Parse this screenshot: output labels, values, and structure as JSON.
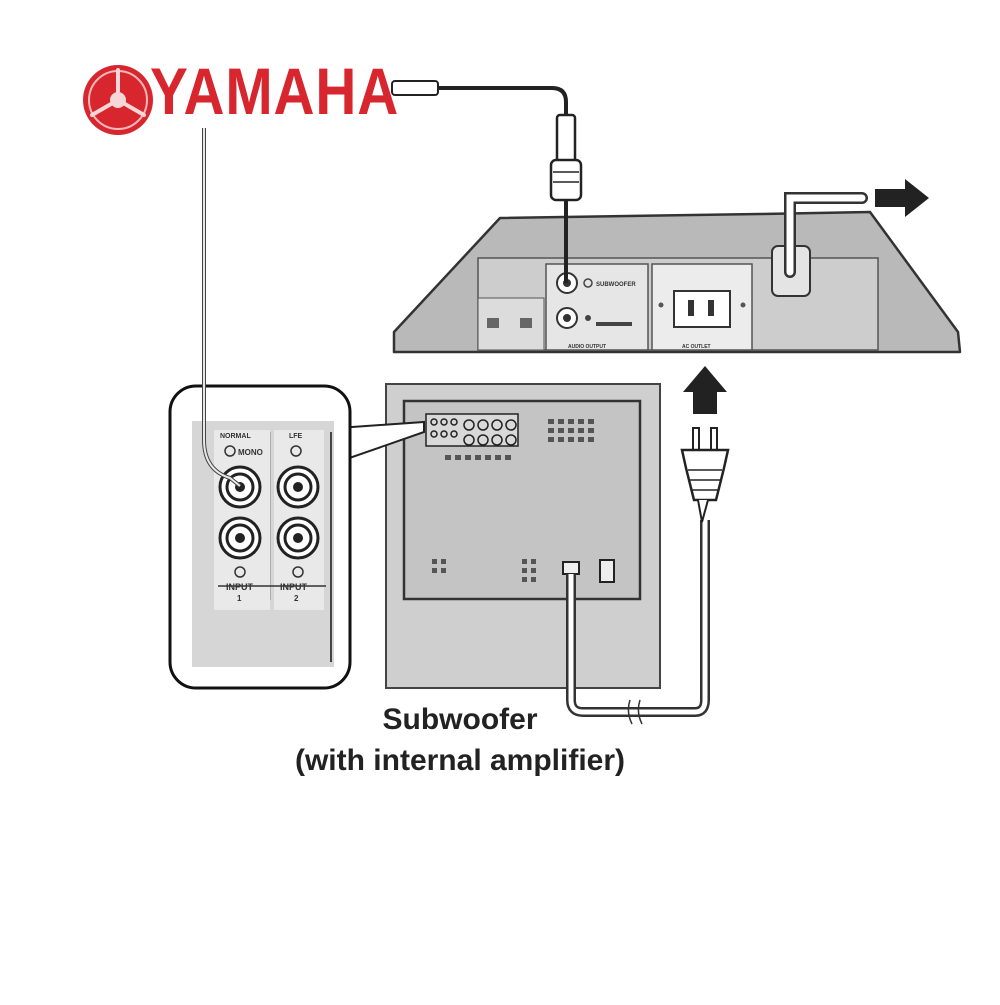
{
  "brand": {
    "name": "YAMAHA",
    "logo_icon": "tuning-fork-emblem-icon",
    "color": "#d8262e"
  },
  "receiver": {
    "subwoofer_jack_label": "SUBWOOFER",
    "audio_output_label": "AUDIO OUTPUT",
    "ac_outlet_label": "AC OUTLET"
  },
  "panel_detail": {
    "normal_label": "NORMAL",
    "mono_label": "MONO",
    "lfe_label": "LFE",
    "input1_label": "INPUT",
    "input1_number": "1",
    "input2_label": "INPUT",
    "input2_number": "2"
  },
  "caption": {
    "line1": "Subwoofer",
    "line2": "(with internal amplifier)"
  },
  "colors": {
    "line": "#333333",
    "panel_gray": "#cfcfcf",
    "receiver_gray": "#b9b9b9"
  }
}
